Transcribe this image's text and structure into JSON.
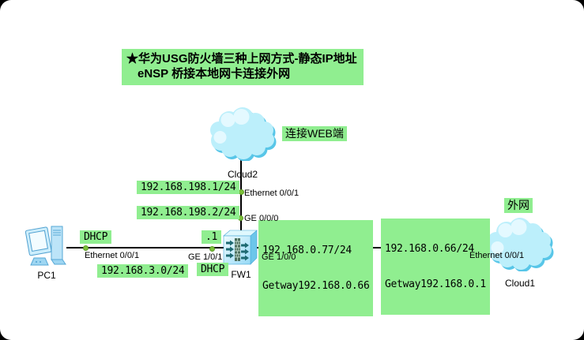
{
  "title": {
    "line1": "★华为USG防火墙三种上网方式-静态IP地址",
    "line2": "eNSP  桥接本地网卡连接外网"
  },
  "devices": {
    "cloud2": "Cloud2",
    "cloud1": "Cloud1",
    "fw1": "FW1",
    "pc1": "PC1"
  },
  "ports": {
    "cloud2_port": "Ethernet 0/0/1",
    "fw_up_port": "GE 0/0/0",
    "pc_port": "Ethernet 0/0/1",
    "fw_lan_port": "GE 1/0/1",
    "fw_wan_port": "GE 1/0/0",
    "cloud1_port": "Ethernet 0/0/1"
  },
  "annotations": {
    "connect_web": "连接WEB端",
    "wan": "外网",
    "net_198_1": "192.168.198.1/24",
    "net_198_2": "192.168.198.2/24",
    "net_3": "192.168.3.0/24",
    "dhcp_pc": "DHCP",
    "dhcp_fw": "DHCP",
    "dot1": ".1",
    "fw_wan_ip": "192.168.0.77/24",
    "fw_wan_gw": "Getway192.168.0.66",
    "cloud1_ip": "192.168.0.66/24",
    "cloud1_gw": "Getway192.168.0.1"
  },
  "colors": {
    "annotation_bg": "#90EE90",
    "link_line": "#000000",
    "port_dot": "#7CC03A",
    "cloud_fill": "#BCEFFB",
    "cloud_shadow": "#58C6E8",
    "device_blue": "#9EDCF6",
    "canvas_bg": "#FFFFFF"
  }
}
